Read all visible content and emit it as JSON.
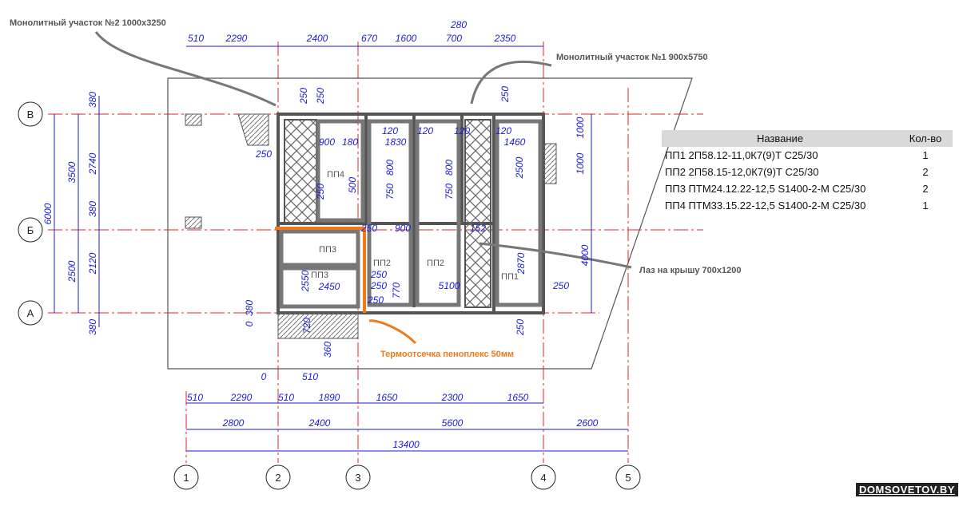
{
  "notes": {
    "mono2": "Монолитный участок №2 1000х3250",
    "mono1": "Монолитный участок №1 900х5750",
    "hatch": "Лаз на крышу 700х1200",
    "thermo": "Термоотсечка пеноплекс 50мм"
  },
  "axes": {
    "cols": [
      "1",
      "2",
      "3",
      "4",
      "5"
    ],
    "rows": [
      "В",
      "Б",
      "А"
    ]
  },
  "dims_top_row1": [
    "510",
    "2290",
    "2400",
    "670",
    "1600",
    "700",
    "2350"
  ],
  "dim_top_280": "280",
  "dims_bottom_row1": [
    "510",
    "2290",
    "510",
    "1890",
    "1650",
    "2300",
    "1650"
  ],
  "dims_bottom_row2": [
    "2800",
    "2400",
    "5600",
    "2600"
  ],
  "dim_total": "13400",
  "dims_bottom_extra": [
    "0",
    "510"
  ],
  "dims_left_outer": [
    "6000"
  ],
  "dims_left_mid": [
    "3500",
    "2500"
  ],
  "dims_left_inner": [
    "380",
    "2740",
    "380",
    "2120",
    "380"
  ],
  "dims_right": [
    "1000",
    "1000",
    "4000"
  ],
  "inner_dims": [
    "250",
    "250",
    "250",
    "250",
    "250",
    "250",
    "250",
    "250",
    "120",
    "120",
    "120",
    "120",
    "900",
    "180",
    "1830",
    "1460",
    "800",
    "800",
    "2500",
    "500",
    "750",
    "750",
    "250",
    "900",
    "152",
    "2550",
    "2450",
    "250",
    "5100",
    "2870",
    "770",
    "250",
    "720",
    "360",
    "0",
    "380"
  ],
  "rooms": [
    "ПП4",
    "ПП3",
    "ПП3",
    "ПП2",
    "ПП2",
    "ПП1"
  ],
  "spec": {
    "headers": [
      "Название",
      "Кол-во"
    ],
    "rows": [
      {
        "name": "ПП1 2П58.12-11,0К7(9)Т С25/30",
        "qty": "1"
      },
      {
        "name": "ПП2 2П58.15-12,0К7(9)Т С25/30",
        "qty": "2"
      },
      {
        "name": "ПП3 ПТМ24.12.22-12,5 S1400-2-M С25/30",
        "qty": "2"
      },
      {
        "name": "ПП4 ПТМ33.15.22-12,5 S1400-2-M С25/30",
        "qty": "1"
      }
    ]
  },
  "watermark": "DOMSOVETOV.BY",
  "colors": {
    "dim": "#1a1adc",
    "axis": "#e02020",
    "thermo": "#f07a1a",
    "wall": "#555555"
  }
}
